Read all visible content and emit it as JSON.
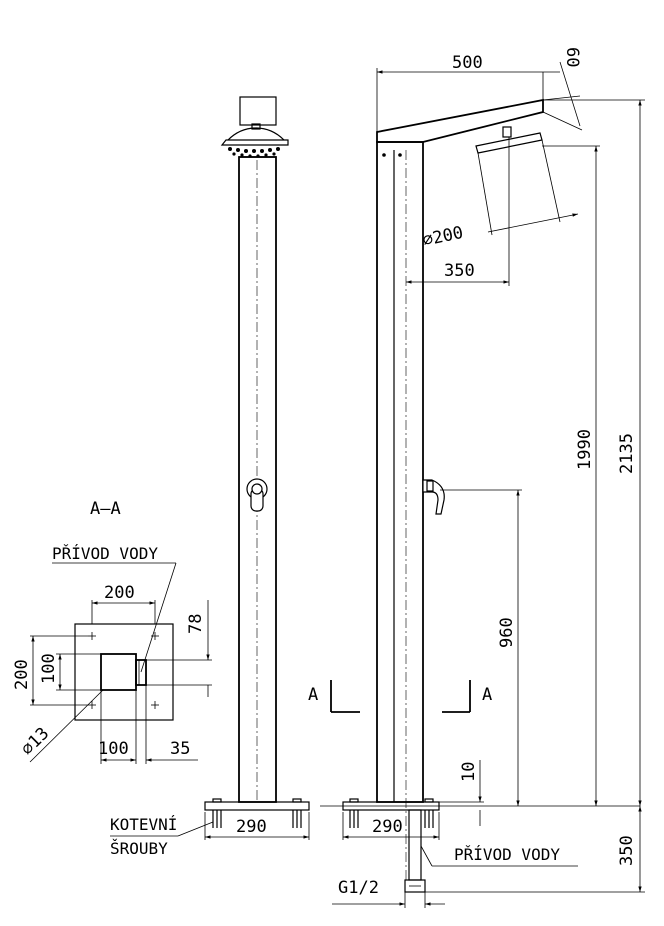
{
  "section": {
    "title": "A–A",
    "water_inlet_label": "PŘÍVOD VODY",
    "dim_width": "200",
    "dim_inlet_width": "100",
    "dim_height": "200",
    "dim_inner_height": "100",
    "dim_offset": "78",
    "dim_hole": "⌀13",
    "dim_bottom_left": "100",
    "dim_bottom_right": "35"
  },
  "front_view": {
    "anchor_bolts_label_line1": "KOTEVNÍ",
    "anchor_bolts_label_line2": "ŠROUBY",
    "dim_base": "290"
  },
  "side_view": {
    "dim_arm_length": "500",
    "dim_angle": "60",
    "dim_head_diameter": "⌀200",
    "dim_head_offset": "350",
    "dim_total_height": "2135",
    "dim_head_height": "1990",
    "dim_valve_height": "960",
    "dim_base_plate": "10",
    "dim_below_ground": "350",
    "dim_base": "290",
    "water_inlet_label": "PŘÍVOD VODY",
    "thread_label": "G1/2",
    "section_mark_left": "A",
    "section_mark_right": "A"
  }
}
